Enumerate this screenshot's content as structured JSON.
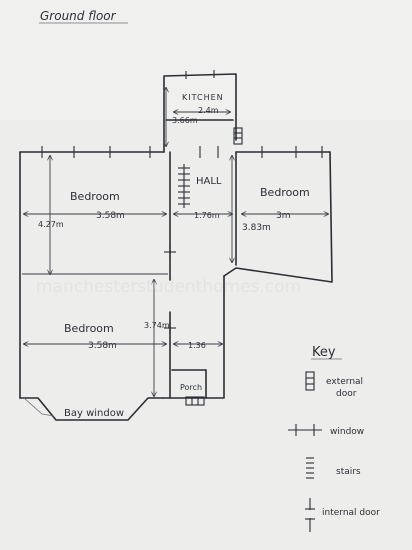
{
  "title": "Ground floor",
  "rooms": {
    "kitchen": "KITCHEN",
    "hall": "HALL",
    "bedroom_1": "Bedroom",
    "bedroom_2": "Bedroom",
    "bedroom_3": "Bedroom",
    "porch": "Porch",
    "bay_window": "Bay window"
  },
  "dimensions": {
    "kitchen_width": "2.4m",
    "kitchen_length": "3.66m",
    "bedroom_1_width": "3.58m",
    "bedroom_1_length": "4.27m",
    "hall_width": "1.76m",
    "bedroom_2_width": "3m",
    "bedroom_2_length": "3.83m",
    "bedroom_3_width": "3.58m",
    "bedroom_3_length": "3.74m",
    "porch_width": "1.36"
  },
  "watermark": "manchesterstudenthomes.com",
  "key": {
    "title": "Key",
    "external_door_line1": "external",
    "external_door_line2": "door",
    "window": "window",
    "stairs": "stairs",
    "internal_door": "internal door"
  }
}
